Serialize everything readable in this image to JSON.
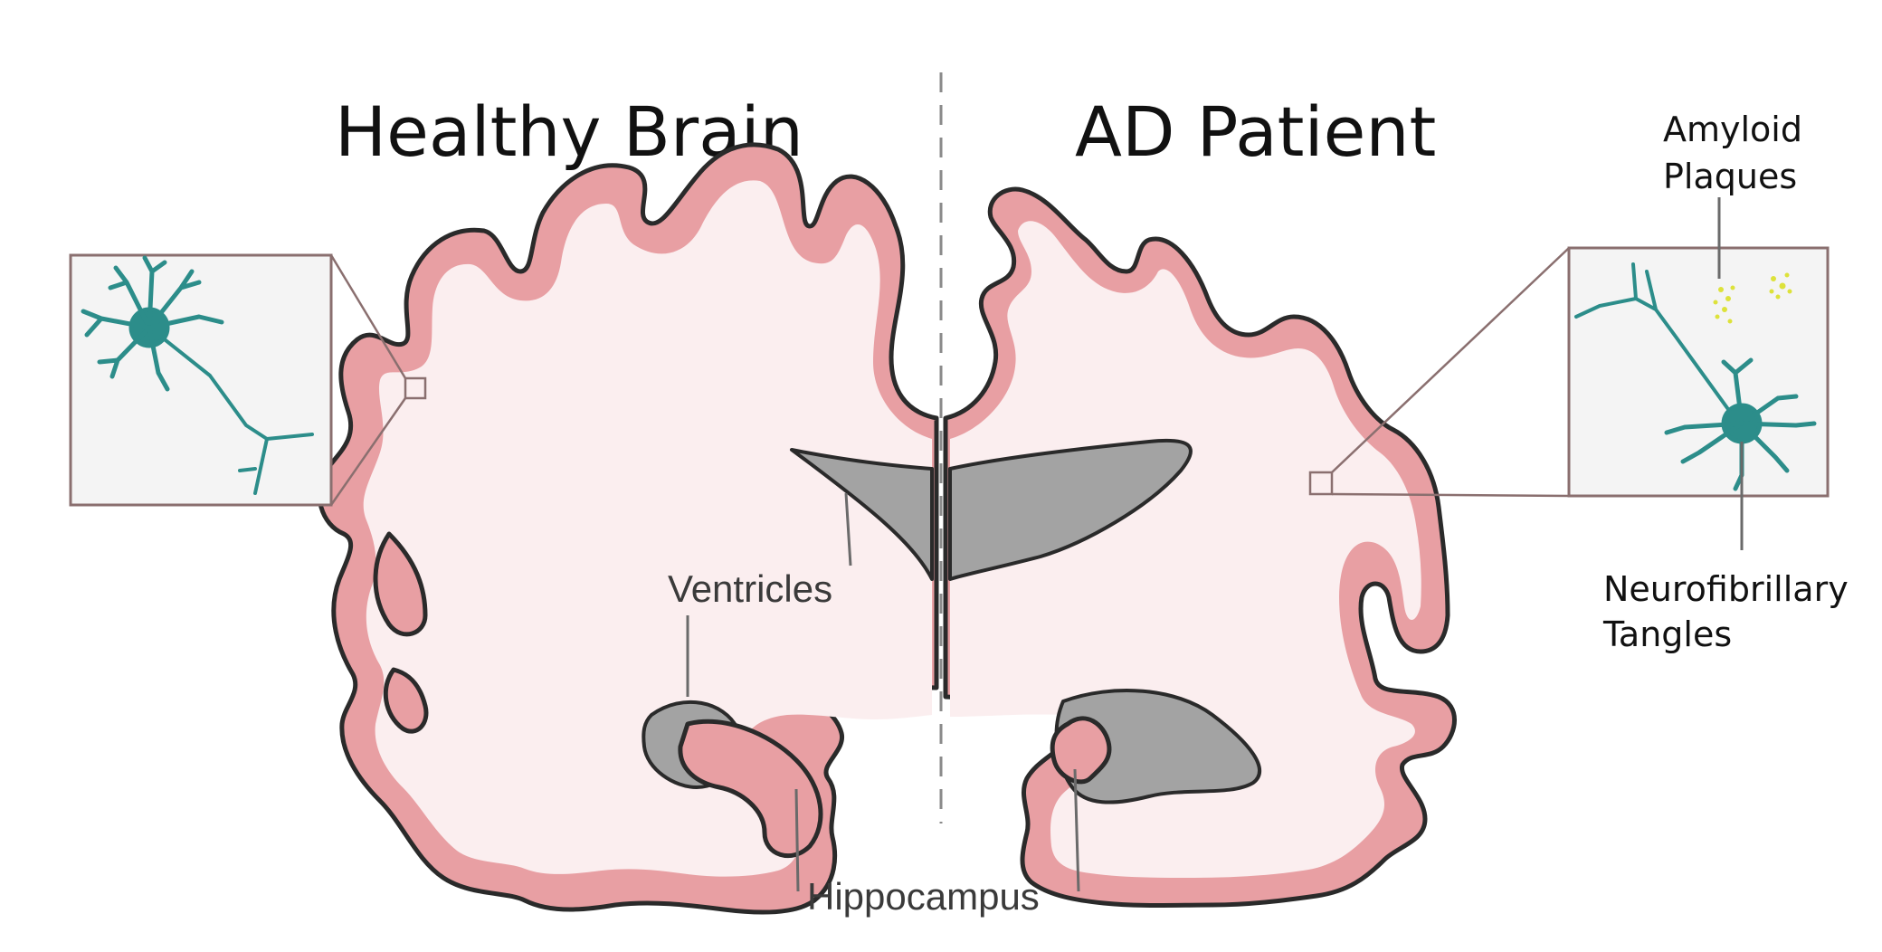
{
  "left_title": "Healthy Brain",
  "right_title": "AD Patient",
  "labels": {
    "ventricles": "Ventricles",
    "hippocampus": "Hippocampus",
    "amyloid": "Amyloid\nPlaques",
    "tangles": "Neurofibrillary\nTangles"
  },
  "colors": {
    "cortex": "#e89fa3",
    "white_matter": "#fbeeef",
    "ventricle": "#a3a3a3",
    "neuron": "#2c8d8a",
    "plaque": "#dde23a"
  }
}
